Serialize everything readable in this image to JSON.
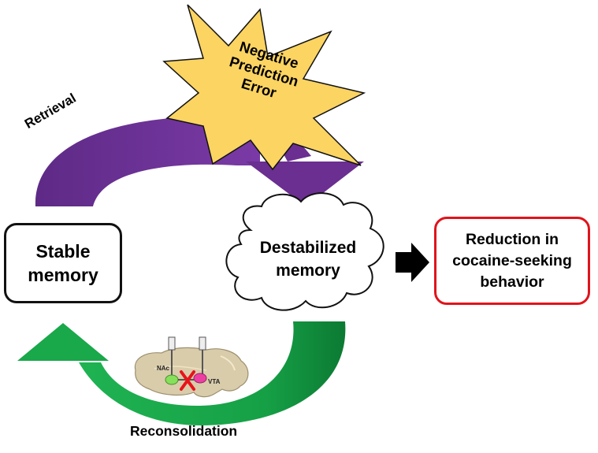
{
  "stable_memory": {
    "label": "Stable\nmemory"
  },
  "destabilized_memory": {
    "label": "Destabilized\nmemory"
  },
  "outcome": {
    "label": "Reduction in\ncocaine-seeking\nbehavior"
  },
  "retrieval": {
    "label": "Retrieval"
  },
  "reconsolidation": {
    "label": "Reconsolidation"
  },
  "prediction_error": {
    "label": "Negative\nPrediction\nError"
  },
  "brain": {
    "region_a": "NAc",
    "region_b": "VTA"
  },
  "colors": {
    "retrieval_arrow": "#6b2e91",
    "reconsolidation_arrow": "#19a84a",
    "reconsolidation_arrow_dark": "#0f7a34",
    "starburst": "#fbd462",
    "outcome_border": "#e0141b",
    "block_x": "#e8131b"
  }
}
